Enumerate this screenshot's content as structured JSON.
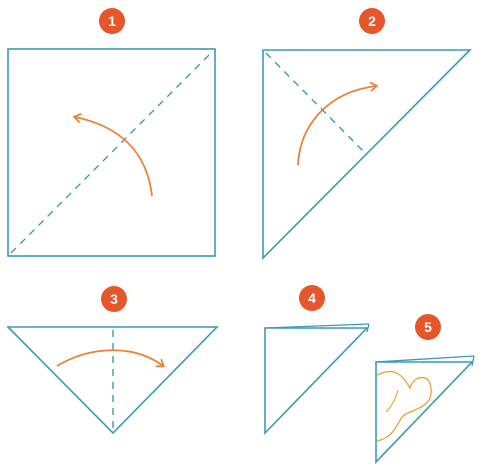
{
  "colors": {
    "paper_outline": "#3a9bb4",
    "fold_line": "#3a9bb4",
    "arrow": "#e8833a",
    "badge": "#e5562a",
    "badge_text": "#ffffff",
    "cut_line": "#e8a23a"
  },
  "steps": [
    {
      "number": "1",
      "shape": "square",
      "fold": "diagonal"
    },
    {
      "number": "2",
      "shape": "right-triangle",
      "fold": "diagonal"
    },
    {
      "number": "3",
      "shape": "triangle",
      "fold": "vertical-center"
    },
    {
      "number": "4",
      "shape": "folded-triangle",
      "fold": "none"
    },
    {
      "number": "5",
      "shape": "folded-triangle-with-cut",
      "fold": "cut"
    }
  ]
}
